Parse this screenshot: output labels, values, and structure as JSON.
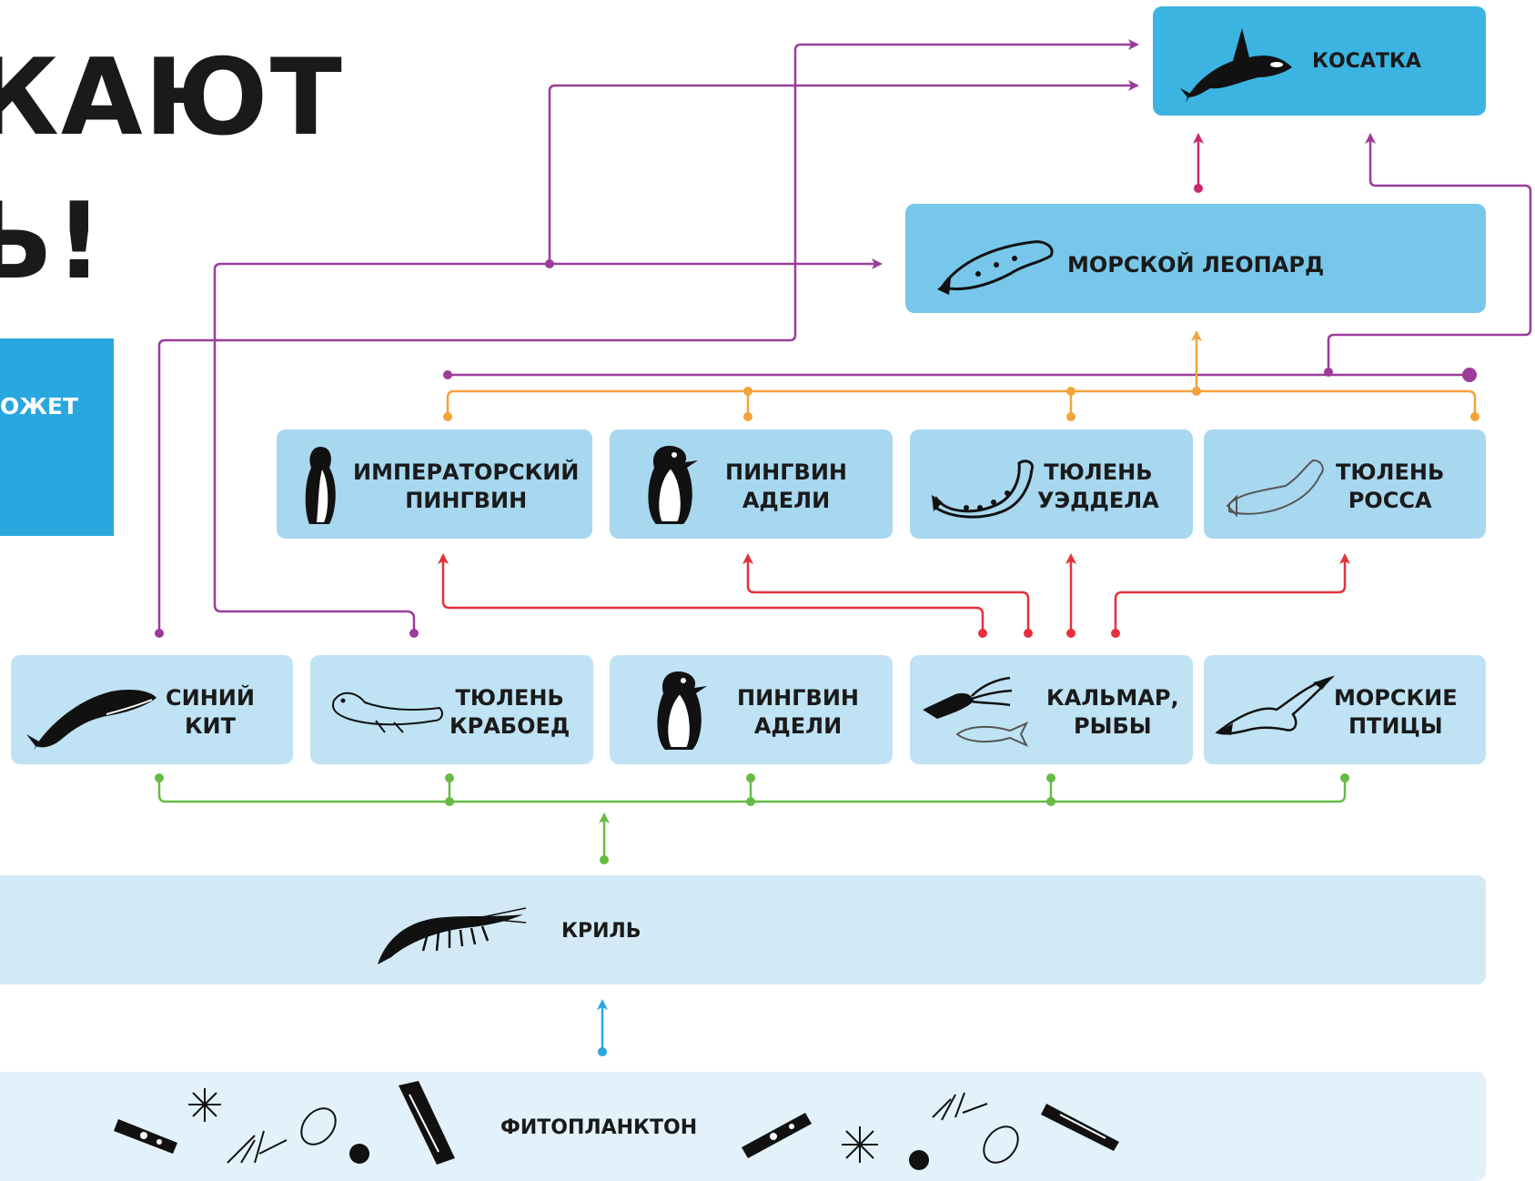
{
  "title": {
    "line1": "КАЮТ",
    "line2": "Ь!"
  },
  "callout": {
    "text": "ОЖЕТ"
  },
  "nodes": {
    "orca": "КОСАТКА",
    "leopard_seal": "МОРСКОЙ ЛЕОПАРД",
    "emperor_penguin": "ИМПЕРАТОРСКИЙ\nПИНГВИН",
    "adelie_penguin_top": "ПИНГВИН\nАДЕЛИ",
    "weddell_seal": "ТЮЛЕНЬ\nУЭДДЕЛА",
    "ross_seal": "ТЮЛЕНЬ\nРОССА",
    "blue_whale": "СИНИЙ\nКИТ",
    "crabeater_seal": "ТЮЛЕНЬ\nКРАБОЕД",
    "adelie_penguin_bottom": "ПИНГВИН\nАДЕЛИ",
    "squid_fish": "КАЛЬМАР,\nРЫБЫ",
    "seabirds": "МОРСКИЕ\nПТИЦЫ",
    "krill": "КРИЛЬ",
    "phytoplankton": "ФИТОПЛАНКТОН"
  },
  "colors": {
    "purple": "#9b3c9b",
    "orange": "#f4a23a",
    "red": "#e5303a",
    "green": "#66bb44",
    "blue": "#2aa7de",
    "crimson": "#c8286e"
  },
  "icons": {
    "orca": "orca-icon",
    "leopard_seal": "seal-icon",
    "emperor_penguin": "penguin-icon",
    "adelie_penguin": "penguin-icon",
    "weddell_seal": "seal-icon",
    "ross_seal": "seal-icon",
    "blue_whale": "whale-icon",
    "crabeater_seal": "seal-icon",
    "squid_fish": "squid-icon",
    "seabirds": "bird-icon",
    "krill": "krill-icon",
    "phytoplankton": "phytoplankton-icon"
  }
}
